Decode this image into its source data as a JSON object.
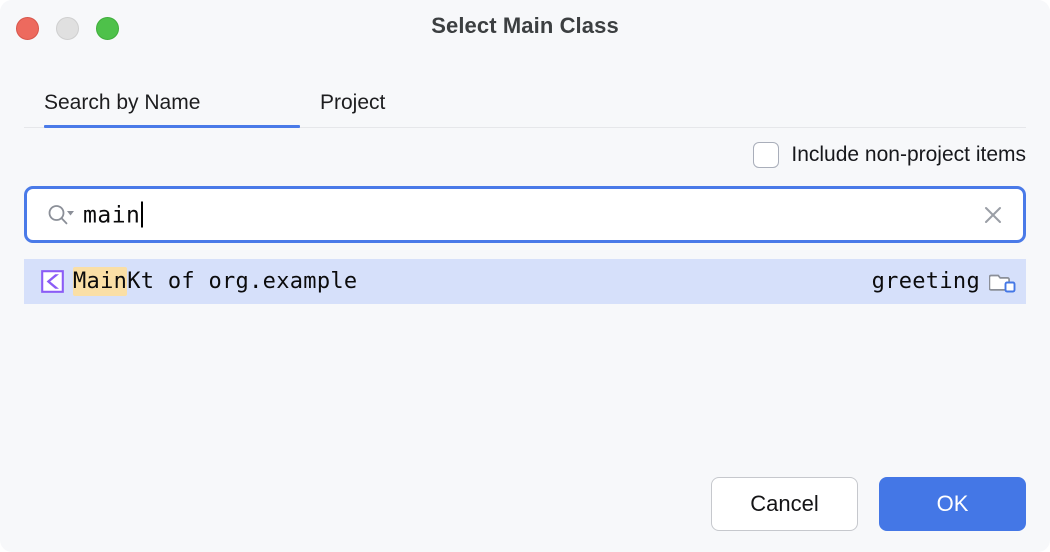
{
  "window": {
    "title": "Select Main Class",
    "traffic_lights": [
      {
        "name": "close",
        "color": "#ed6a5e"
      },
      {
        "name": "minimize",
        "color": "#e0e0e0"
      },
      {
        "name": "maximize",
        "color": "#4ec14a"
      }
    ]
  },
  "tabs": {
    "items": [
      {
        "label": "Search by Name",
        "active": true
      },
      {
        "label": "Project",
        "active": false
      }
    ],
    "accent_color": "#4a7ae8"
  },
  "options": {
    "include_non_project": {
      "label": "Include non-project items",
      "checked": false
    }
  },
  "search": {
    "value": "main",
    "placeholder": "",
    "icon": "search-icon",
    "clear_icon": "close-icon",
    "focused": true,
    "border_color": "#4a7ae8"
  },
  "results": {
    "rows": [
      {
        "icon": "kotlin-file-icon",
        "name_highlight": "Main",
        "name_rest": "Kt",
        "location_prefix": " of ",
        "location": "org.example",
        "module": "greeting",
        "module_icon": "module-folder-icon",
        "selected": true,
        "highlight_color": "#fadfa6",
        "selection_color": "#d6e0fa"
      }
    ]
  },
  "footer": {
    "cancel_label": "Cancel",
    "ok_label": "OK",
    "ok_color": "#4477e6"
  }
}
